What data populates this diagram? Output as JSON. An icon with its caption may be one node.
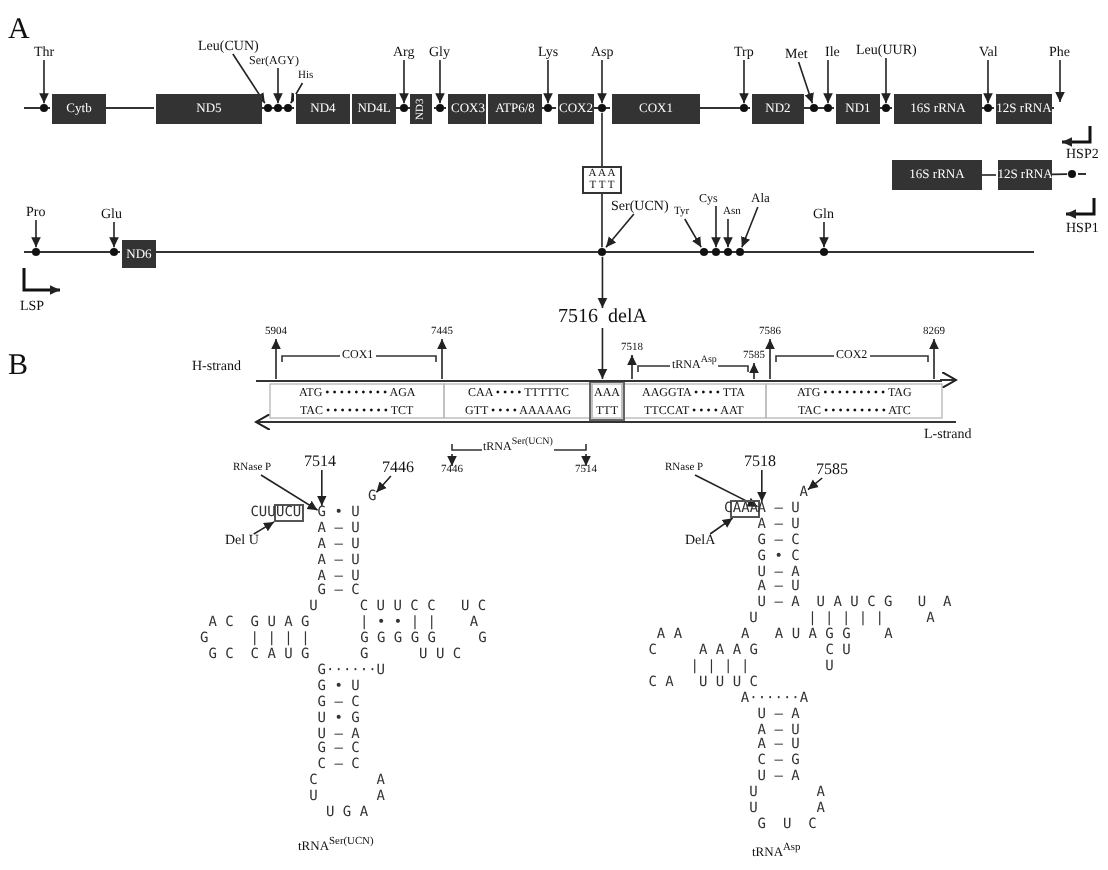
{
  "diagram": {
    "nodes": [
      {
        "text": [
          "Cytb"
        ]
      },
      {
        "text": [
          "ND5"
        ]
      },
      {
        "text": [
          "ND4"
        ]
      },
      {
        "text": [
          "ND4L"
        ]
      },
      {
        "text": [
          "ND3"
        ]
      },
      {
        "text": [
          "COX3"
        ]
      },
      {
        "text": [
          "ATP6/8"
        ]
      },
      {
        "text": [
          "COX2"
        ]
      },
      {
        "text": [
          "COX1"
        ]
      },
      {
        "text": [
          "ND2"
        ]
      },
      {
        "text": [
          "ND1"
        ]
      },
      {
        "text": [
          "16S rRNA"
        ]
      },
      {
        "text": [
          "12S rRNA"
        ]
      },
      {
        "text": [
          "16S rRNA"
        ]
      },
      {
        "text": [
          "12S rRNA"
        ]
      },
      {
        "text": [
          "ND6"
        ]
      },
      {
        "text": [
          "A A A",
          "T T T"
        ]
      },
      {
        "text": [
          "Thr"
        ]
      },
      {
        "text": [
          "Leu(CUN)"
        ]
      },
      {
        "text": [
          "Ser(AGY)"
        ]
      },
      {
        "text": [
          "His"
        ]
      },
      {
        "text": [
          "Arg"
        ]
      },
      {
        "text": [
          "Gly"
        ]
      },
      {
        "text": [
          "Lys"
        ]
      },
      {
        "text": [
          "Asp"
        ]
      },
      {
        "text": [
          "Trp"
        ]
      },
      {
        "text": [
          "Met"
        ]
      },
      {
        "text": [
          "Ile"
        ]
      },
      {
        "text": [
          "Leu(UUR)"
        ]
      },
      {
        "text": [
          "Val"
        ]
      },
      {
        "text": [
          "Phe"
        ]
      },
      {
        "text": [
          "Pro"
        ]
      },
      {
        "text": [
          "Glu"
        ]
      },
      {
        "text": [
          "Ser(UCN)"
        ]
      },
      {
        "text": [
          "Tyr"
        ]
      },
      {
        "text": [
          "Cys"
        ]
      },
      {
        "text": [
          "Asn"
        ]
      },
      {
        "text": [
          "Ala"
        ]
      },
      {
        "text": [
          "Gln"
        ]
      },
      {
        "text": [
          "7516  delA"
        ]
      },
      {
        "text": [
          "5904"
        ]
      },
      {
        "text": [
          "7445"
        ]
      },
      {
        "text": [
          "7518"
        ]
      },
      {
        "text": [
          "7585"
        ]
      },
      {
        "text": [
          "7586"
        ]
      },
      {
        "text": [
          "8269"
        ]
      },
      {
        "text": [
          "7446"
        ]
      },
      {
        "text": [
          "7514"
        ]
      },
      {
        "text": [
          "RNase P"
        ]
      },
      {
        "text": [
          "7514"
        ]
      },
      {
        "text": [
          "7446"
        ]
      },
      {
        "text": [
          "Del U"
        ]
      },
      {
        "text": [
          "RNase P"
        ]
      },
      {
        "text": [
          "7518"
        ]
      },
      {
        "text": [
          "7585"
        ]
      },
      {
        "text": [
          "DelA"
        ]
      },
      {
        "text": [],
        "shape": "bar"
      },
      {
        "text": [
          "UCU"
        ]
      },
      {
        "text": [
          "AAA"
        ]
      },
      {
        "text": [],
        "shape": "circle"
      },
      {
        "text": [],
        "shape": "circle"
      },
      {
        "text": [],
        "shape": "circle"
      },
      {
        "text": [],
        "shape": "circle"
      },
      {
        "text": [],
        "shape": "circle"
      },
      {
        "text": [],
        "shape": "circle"
      },
      {
        "text": [],
        "shape": "circle"
      },
      {
        "text": [],
        "shape": "circle"
      },
      {
        "text": [],
        "shape": "circle"
      },
      {
        "text": [],
        "shape": "circle"
      },
      {
        "text": [],
        "shape": "circle"
      },
      {
        "text": [],
        "shape": "circle"
      },
      {
        "text": [],
        "shape": "circle"
      },
      {
        "text": [],
        "shape": "circle"
      },
      {
        "text": [],
        "shape": "circle"
      },
      {
        "text": [],
        "shape": "circle"
      },
      {
        "text": [],
        "shape": "circle"
      },
      {
        "text": [],
        "shape": "circle"
      },
      {
        "text": [],
        "shape": "circle"
      },
      {
        "text": [],
        "shape": "circle"
      },
      {
        "text": [],
        "shape": "circle"
      },
      {
        "text": [],
        "shape": "circle"
      },
      {
        "text": [
          "G"
        ]
      },
      {
        "text": [
          "G"
        ]
      },
      {
        "text": [
          "A"
        ]
      },
      {
        "text": [
          "A"
        ]
      }
    ],
    "edges": [
      {
        "from": 17,
        "to": 59,
        "arrow": "to"
      },
      {
        "from": 18,
        "to": 60,
        "arrow": "to"
      },
      {
        "from": 19,
        "to": 61,
        "arrow": "to"
      },
      {
        "from": 20,
        "to": 62,
        "arrow": "to"
      },
      {
        "from": 21,
        "to": 63,
        "arrow": "to"
      },
      {
        "from": 22,
        "to": 64,
        "arrow": "to"
      },
      {
        "from": 23,
        "to": 65,
        "arrow": "to"
      },
      {
        "from": 24,
        "to": 66,
        "arrow": "to"
      },
      {
        "from": 25,
        "to": 67,
        "arrow": "to"
      },
      {
        "from": 26,
        "to": 68,
        "arrow": "to"
      },
      {
        "from": 27,
        "to": 69,
        "arrow": "to"
      },
      {
        "from": 28,
        "to": 70,
        "arrow": "to"
      },
      {
        "from": 29,
        "to": 71,
        "arrow": "to"
      },
      {
        "from": 30,
        "to": null,
        "arrow": "to"
      },
      {
        "from": 31,
        "to": 73,
        "arrow": "to"
      },
      {
        "from": 32,
        "to": 74,
        "arrow": "to"
      },
      {
        "from": 33,
        "to": 75,
        "arrow": "to"
      },
      {
        "from": 34,
        "to": 76,
        "arrow": "to"
      },
      {
        "from": 35,
        "to": 77,
        "arrow": "to"
      },
      {
        "from": 36,
        "to": 78,
        "arrow": "to"
      },
      {
        "from": 37,
        "to": 79,
        "arrow": "to"
      },
      {
        "from": 38,
        "to": 80,
        "arrow": "to"
      },
      {
        "from": 75,
        "to": 39,
        "arrow": "to"
      },
      {
        "from": 39,
        "to": 56,
        "arrow": "to"
      },
      {
        "from": 56,
        "to": 40,
        "arrow": "to"
      },
      {
        "from": 56,
        "to": 41,
        "arrow": "to"
      },
      {
        "from": 56,
        "to": 42,
        "arrow": "to"
      },
      {
        "from": 56,
        "to": 43,
        "arrow": "to"
      },
      {
        "from": 56,
        "to": 44,
        "arrow": "to"
      },
      {
        "from": 56,
        "to": 45,
        "arrow": "to"
      },
      {
        "from": null,
        "to": 46,
        "arrow": "to"
      },
      {
        "from": null,
        "to": 47,
        "arrow": "to"
      },
      {
        "from": 48,
        "to": 82,
        "arrow": "to"
      },
      {
        "from": 49,
        "to": 82,
        "arrow": "to"
      },
      {
        "from": 50,
        "to": 81,
        "arrow": "to"
      },
      {
        "from": 51,
        "to": 57,
        "arrow": "to"
      },
      {
        "from": 52,
        "to": 84,
        "arrow": "to"
      },
      {
        "from": 53,
        "to": 84,
        "arrow": "to"
      },
      {
        "from": 54,
        "to": 83,
        "arrow": "to"
      },
      {
        "from": 55,
        "to": 58,
        "arrow": "to"
      },
      {
        "from": 66,
        "to": 16,
        "arrow": "none"
      },
      {
        "from": 16,
        "to": 75,
        "arrow": "none"
      },
      {
        "from": 13,
        "to": 14,
        "arrow": "none"
      },
      {
        "from": 14,
        "to": 72,
        "arrow": "none"
      }
    ],
    "labels": [
      "A",
      "HSP2",
      "HSP1",
      "LSP",
      "B",
      "H-strand",
      "COX1",
      "tRNA$^{Asp}$",
      "COX2",
      "ATG • • • • • • • • • AGA",
      "CAA • • • • TTTTTC",
      "AAA",
      "AAGGTA • • • • TTA",
      "ATG • • • • • • • • • TAG",
      "TAC • • • • • • • • • TCT",
      "GTT • • • • AAAAAG",
      "TTT",
      "TTCCAT • • • • AAT",
      "TAC • • • • • • • • • ATC",
      "L-strand",
      "tRNA$^{Ser(UCN)}$",
      "CUU",
      "• U",
      "A – U",
      "A – U",
      "A – U",
      "A – U",
      "G – C",
      "U     C U U C C   U C",
      "A C  G U A G      | • • | |    A",
      "G     | | | |      G G G G G     G",
      "G C  C A U G      G      U U C",
      "G······U",
      "G • U",
      "G – C",
      "U • G",
      "U – A",
      "G – C",
      "C – C",
      "C       A",
      "U       A",
      "U G A",
      "tRNA$^{Ser(UCN)}$",
      "C",
      "– U",
      "A – U",
      "G – C",
      "G • C",
      "U – A",
      "A – U",
      "U – A  U A U C G   U  A",
      "U      | | | | |     A",
      "A A       A   A U A G G    A",
      "C     A A A G        C U",
      "| | | |         U",
      "C A   U U U C",
      "A······A",
      "U – A",
      "A – U",
      "A – U",
      "C – G",
      "U – A",
      "U       A",
      "U       A",
      "G  U  C",
      "tRNA$^{Asp}$"
    ]
  }
}
